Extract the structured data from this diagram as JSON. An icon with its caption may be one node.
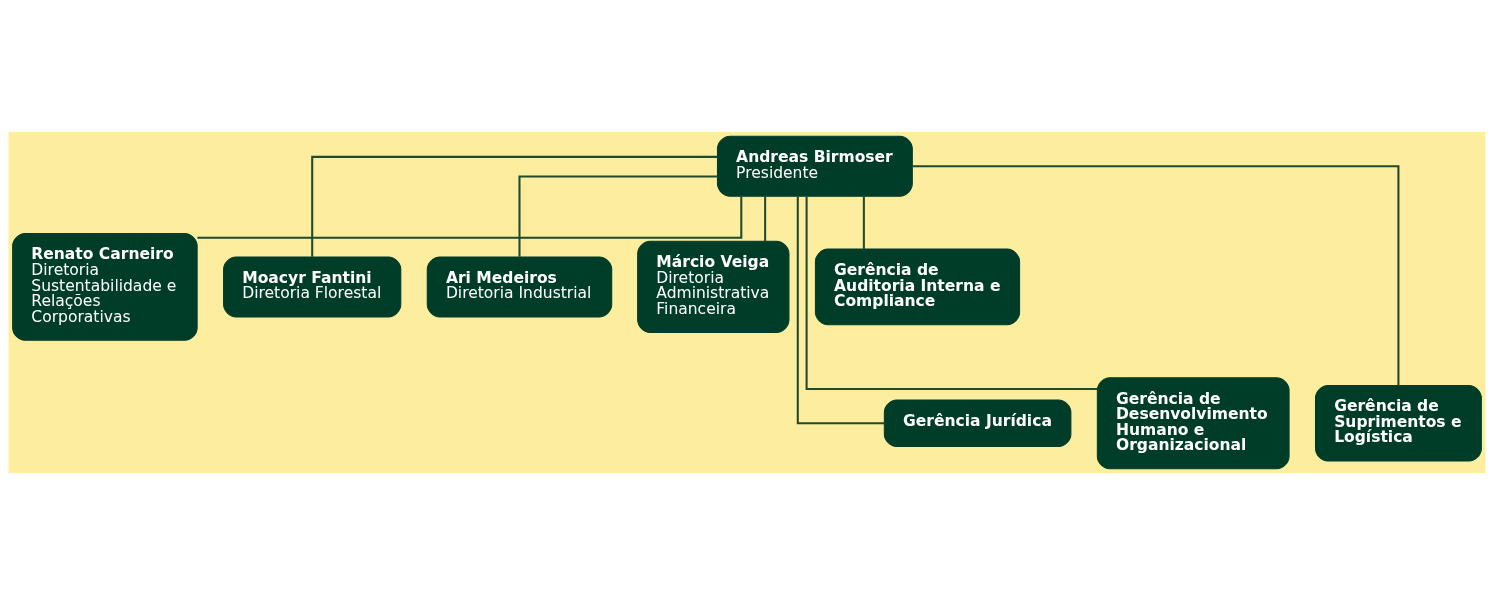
{
  "diagram": {
    "nodes": [
      {
        "text": [
          "Andreas Birmoser",
          "Presidente"
        ]
      },
      {
        "text": [
          "Renato Carneiro",
          "Diretoria Sustentabilidade e Relações Corporativas"
        ]
      },
      {
        "text": [
          "Moacyr Fantini",
          "Diretoria Florestal"
        ]
      },
      {
        "text": [
          "Ari Medeiros",
          "Diretoria Industrial"
        ]
      },
      {
        "text": [
          "Márcio Veiga",
          "Diretoria Administrativa Financeira"
        ]
      },
      {
        "text": [
          "Gerência de Auditoria Interna e Compliance"
        ]
      },
      {
        "text": [
          "Gerência Jurídica"
        ]
      },
      {
        "text": [
          "Gerência de Desenvolvimento Humano e Organizacional"
        ]
      },
      {
        "text": [
          "Gerência de Suprimentos e Logística"
        ]
      }
    ],
    "edges": [
      {
        "from": 0,
        "to": 1,
        "arrow": "none"
      },
      {
        "from": 0,
        "to": 2,
        "arrow": "none"
      },
      {
        "from": 0,
        "to": 3,
        "arrow": "none"
      },
      {
        "from": 0,
        "to": 4,
        "arrow": "none"
      },
      {
        "from": 0,
        "to": 5,
        "arrow": "none"
      },
      {
        "from": 0,
        "to": 6,
        "arrow": "none"
      },
      {
        "from": 0,
        "to": 7,
        "arrow": "none"
      },
      {
        "from": 0,
        "to": 8,
        "arrow": "none"
      }
    ]
  }
}
